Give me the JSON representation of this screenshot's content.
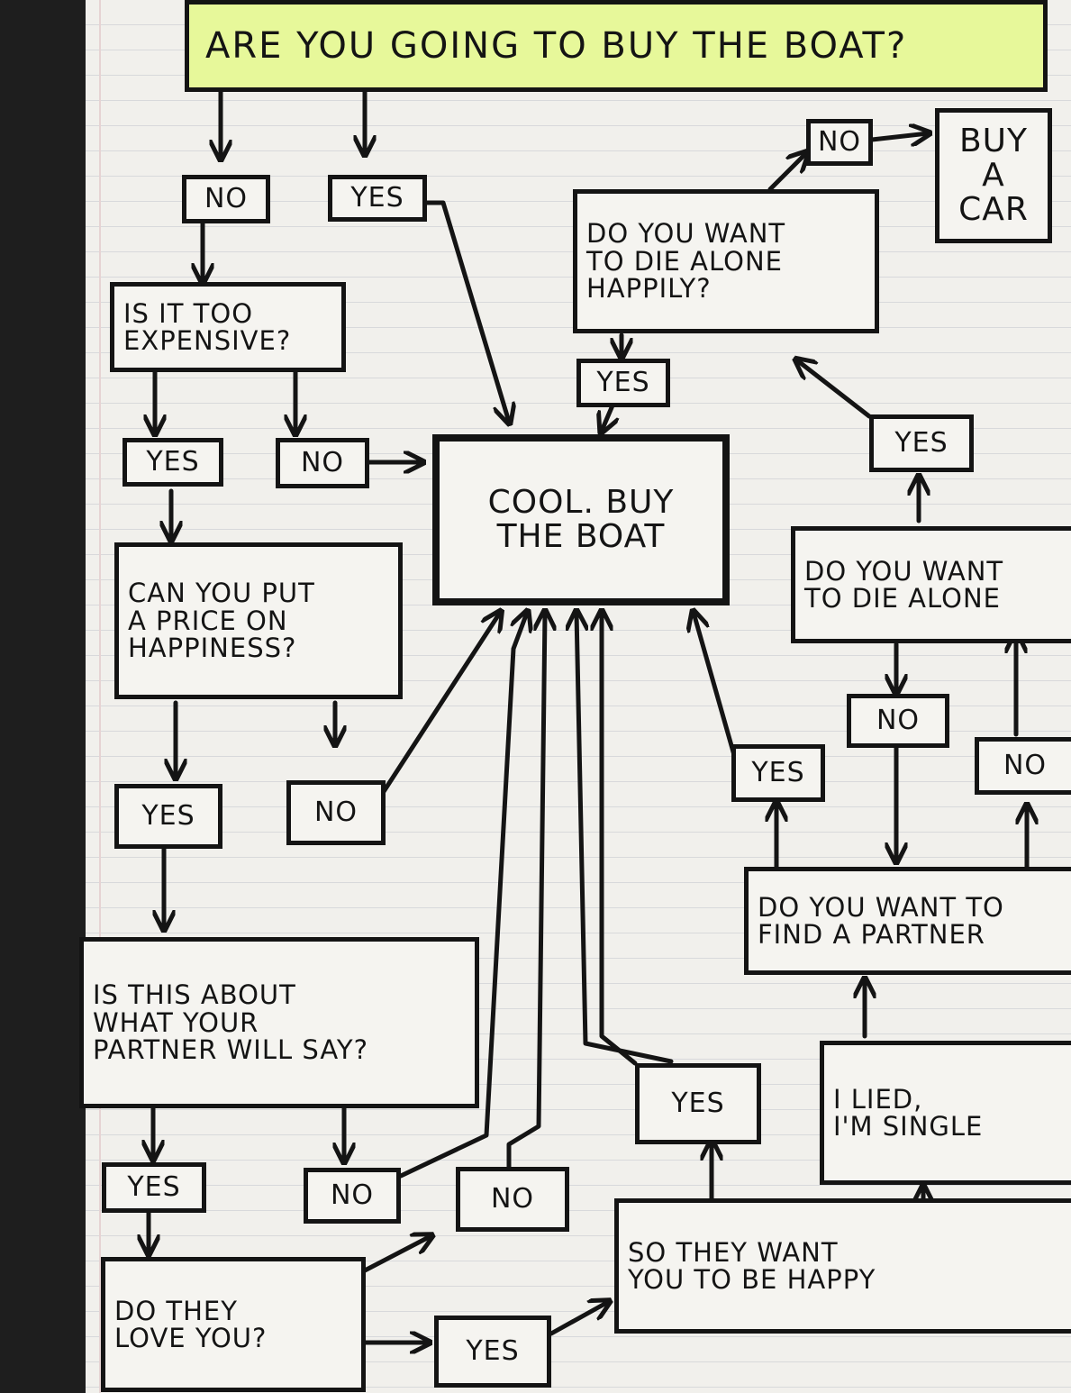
{
  "title": "ARE YOU GOING TO BUY THE BOAT?",
  "nodes": {
    "no_1": "NO",
    "yes_1": "YES",
    "too_expensive": "IS IT TOO\nEXPENSIVE?",
    "yes_2": "YES",
    "no_2": "NO",
    "cool_buy": "COOL. BUY\nTHE BOAT",
    "price_happiness": "CAN YOU PUT\nA PRICE ON\nHAPPINESS?",
    "yes_3": "YES",
    "no_3": "NO",
    "partner_say": "IS THIS ABOUT\nWHAT YOUR\nPARTNER WILL SAY?",
    "yes_4": "YES",
    "no_4": "NO",
    "no_5": "NO",
    "love_you": "DO THEY\nLOVE YOU?",
    "yes_5": "YES",
    "want_happy": "SO THEY WANT\nYOU TO BE HAPPY",
    "yes_6": "YES",
    "lied_single": "I LIED,\nI'M SINGLE",
    "find_partner": "DO YOU WANT TO\nFIND A PARTNER",
    "yes_7": "YES",
    "no_6": "NO",
    "no_7": "NO",
    "die_alone": "DO YOU WANT\nTO DIE ALONE",
    "yes_8": "YES",
    "die_alone_happily": "DO YOU WANT\nTO DIE ALONE\nHAPPILY?",
    "yes_9": "YES",
    "no_8": "NO",
    "buy_car": "BUY\nA\nCAR"
  }
}
